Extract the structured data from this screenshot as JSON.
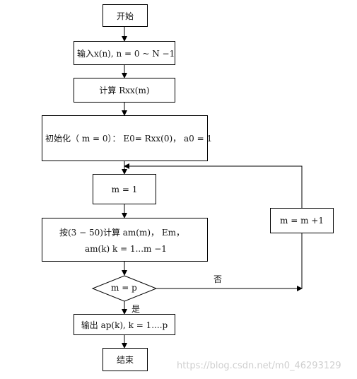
{
  "nodes": {
    "start": "开始",
    "input": "输入x(n), n = 0 ~ N −1",
    "compute_rxx": "计算 Rxx(m)",
    "init": "初始化（ m = 0）： E0= Rxx(0)， a0 = 1",
    "m_eq_1": "m = 1",
    "compute_line1": "按(3 − 50)计算 am(m)， Em，",
    "compute_line2": "am(k)      k = 1...m −1",
    "decision": "m = p",
    "increment": "m = m +1",
    "output": "输出 ap(k), k = 1....p",
    "end": "结束"
  },
  "labels": {
    "no": "否",
    "yes": "是"
  },
  "watermark": "https://blog.csdn.net/m0_46293129"
}
